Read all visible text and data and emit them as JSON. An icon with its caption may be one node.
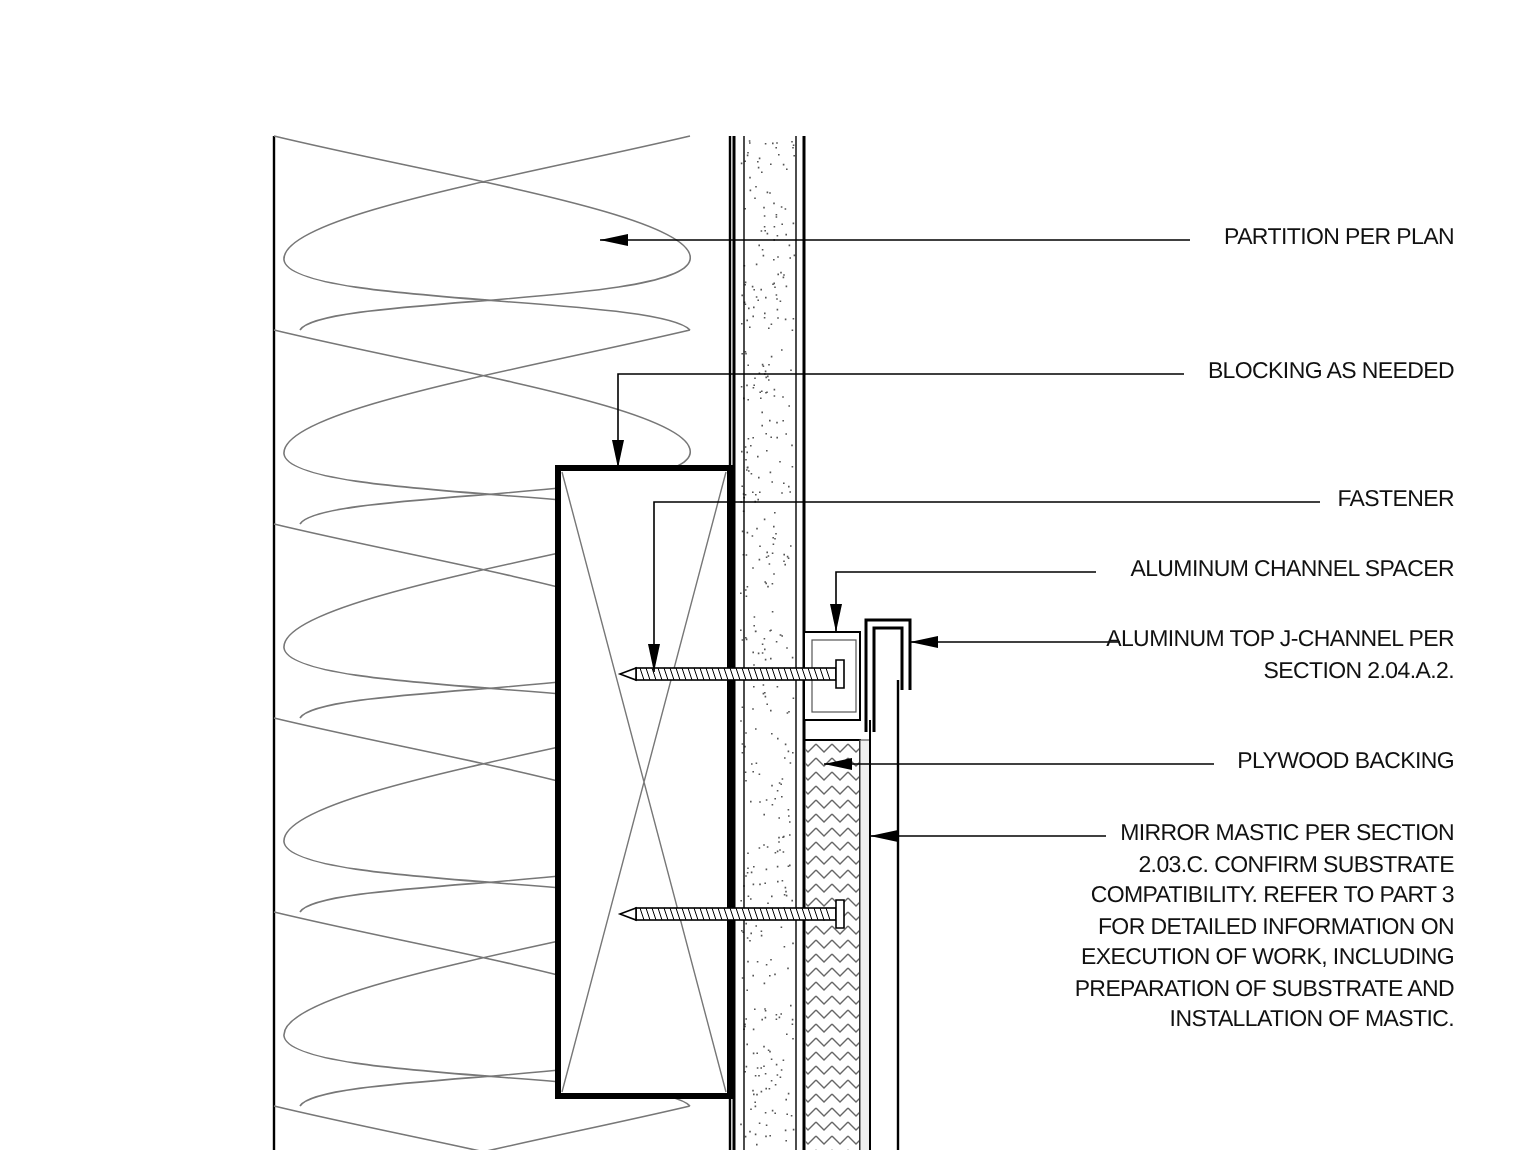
{
  "diagram": {
    "nodes": [
      {
        "text": [
          "PARTITION PER PLAN"
        ]
      },
      {
        "text": [
          "BLOCKING AS NEEDED"
        ]
      },
      {
        "text": [
          "FASTENER"
        ]
      },
      {
        "text": [
          "ALUMINUM CHANNEL SPACER"
        ]
      },
      {
        "text": [
          "ALUMINUM TOP J-CHANNEL PER SECTION 2.04.A.2."
        ]
      },
      {
        "text": [
          "PLYWOOD BACKING"
        ]
      },
      {
        "text": [
          "MIRROR MASTIC PER SECTION 2.03.C. CONFIRM SUBSTRATE COMPATIBILITY. REFER TO PART 3 FOR DETAILED INFORMATION ON EXECUTION OF WORK, INCLUDING PREPARATION OF SUBSTRATE AND INSTALLATION OF MASTIC."
        ]
      }
    ],
    "edges": [
      {
        "from": 0,
        "to": null,
        "arrow": "to"
      },
      {
        "from": 1,
        "to": null,
        "arrow": "to"
      },
      {
        "from": 2,
        "to": null,
        "arrow": "to"
      },
      {
        "from": 3,
        "to": null,
        "arrow": "to"
      },
      {
        "from": 4,
        "to": null,
        "arrow": "to"
      },
      {
        "from": 5,
        "to": null,
        "arrow": "to"
      },
      {
        "from": 6,
        "to": null,
        "arrow": "to"
      }
    ]
  }
}
